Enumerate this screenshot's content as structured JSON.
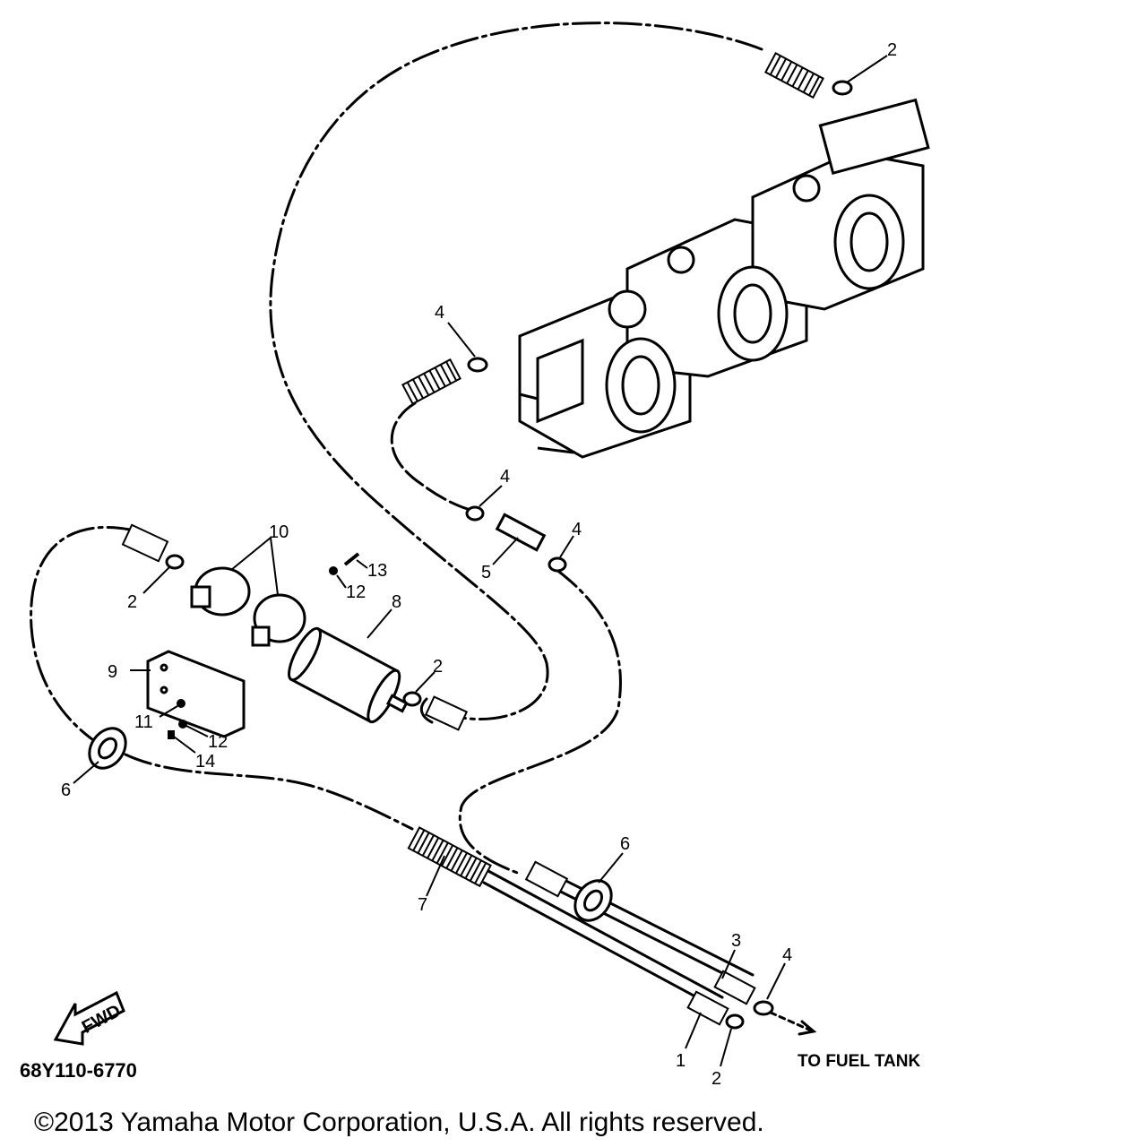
{
  "diagram": {
    "part_code": "68Y110-6770",
    "direction_arrow_label": "FWD",
    "destination_label": "TO FUEL TANK",
    "copyright": "©2013 Yamaha Motor Corporation, U.S.A. All rights reserved.",
    "callouts": [
      "2",
      "4",
      "4",
      "4",
      "5",
      "10",
      "13",
      "12",
      "2",
      "8",
      "9",
      "2",
      "11",
      "12",
      "14",
      "6",
      "6",
      "7",
      "3",
      "4",
      "1",
      "2"
    ]
  }
}
